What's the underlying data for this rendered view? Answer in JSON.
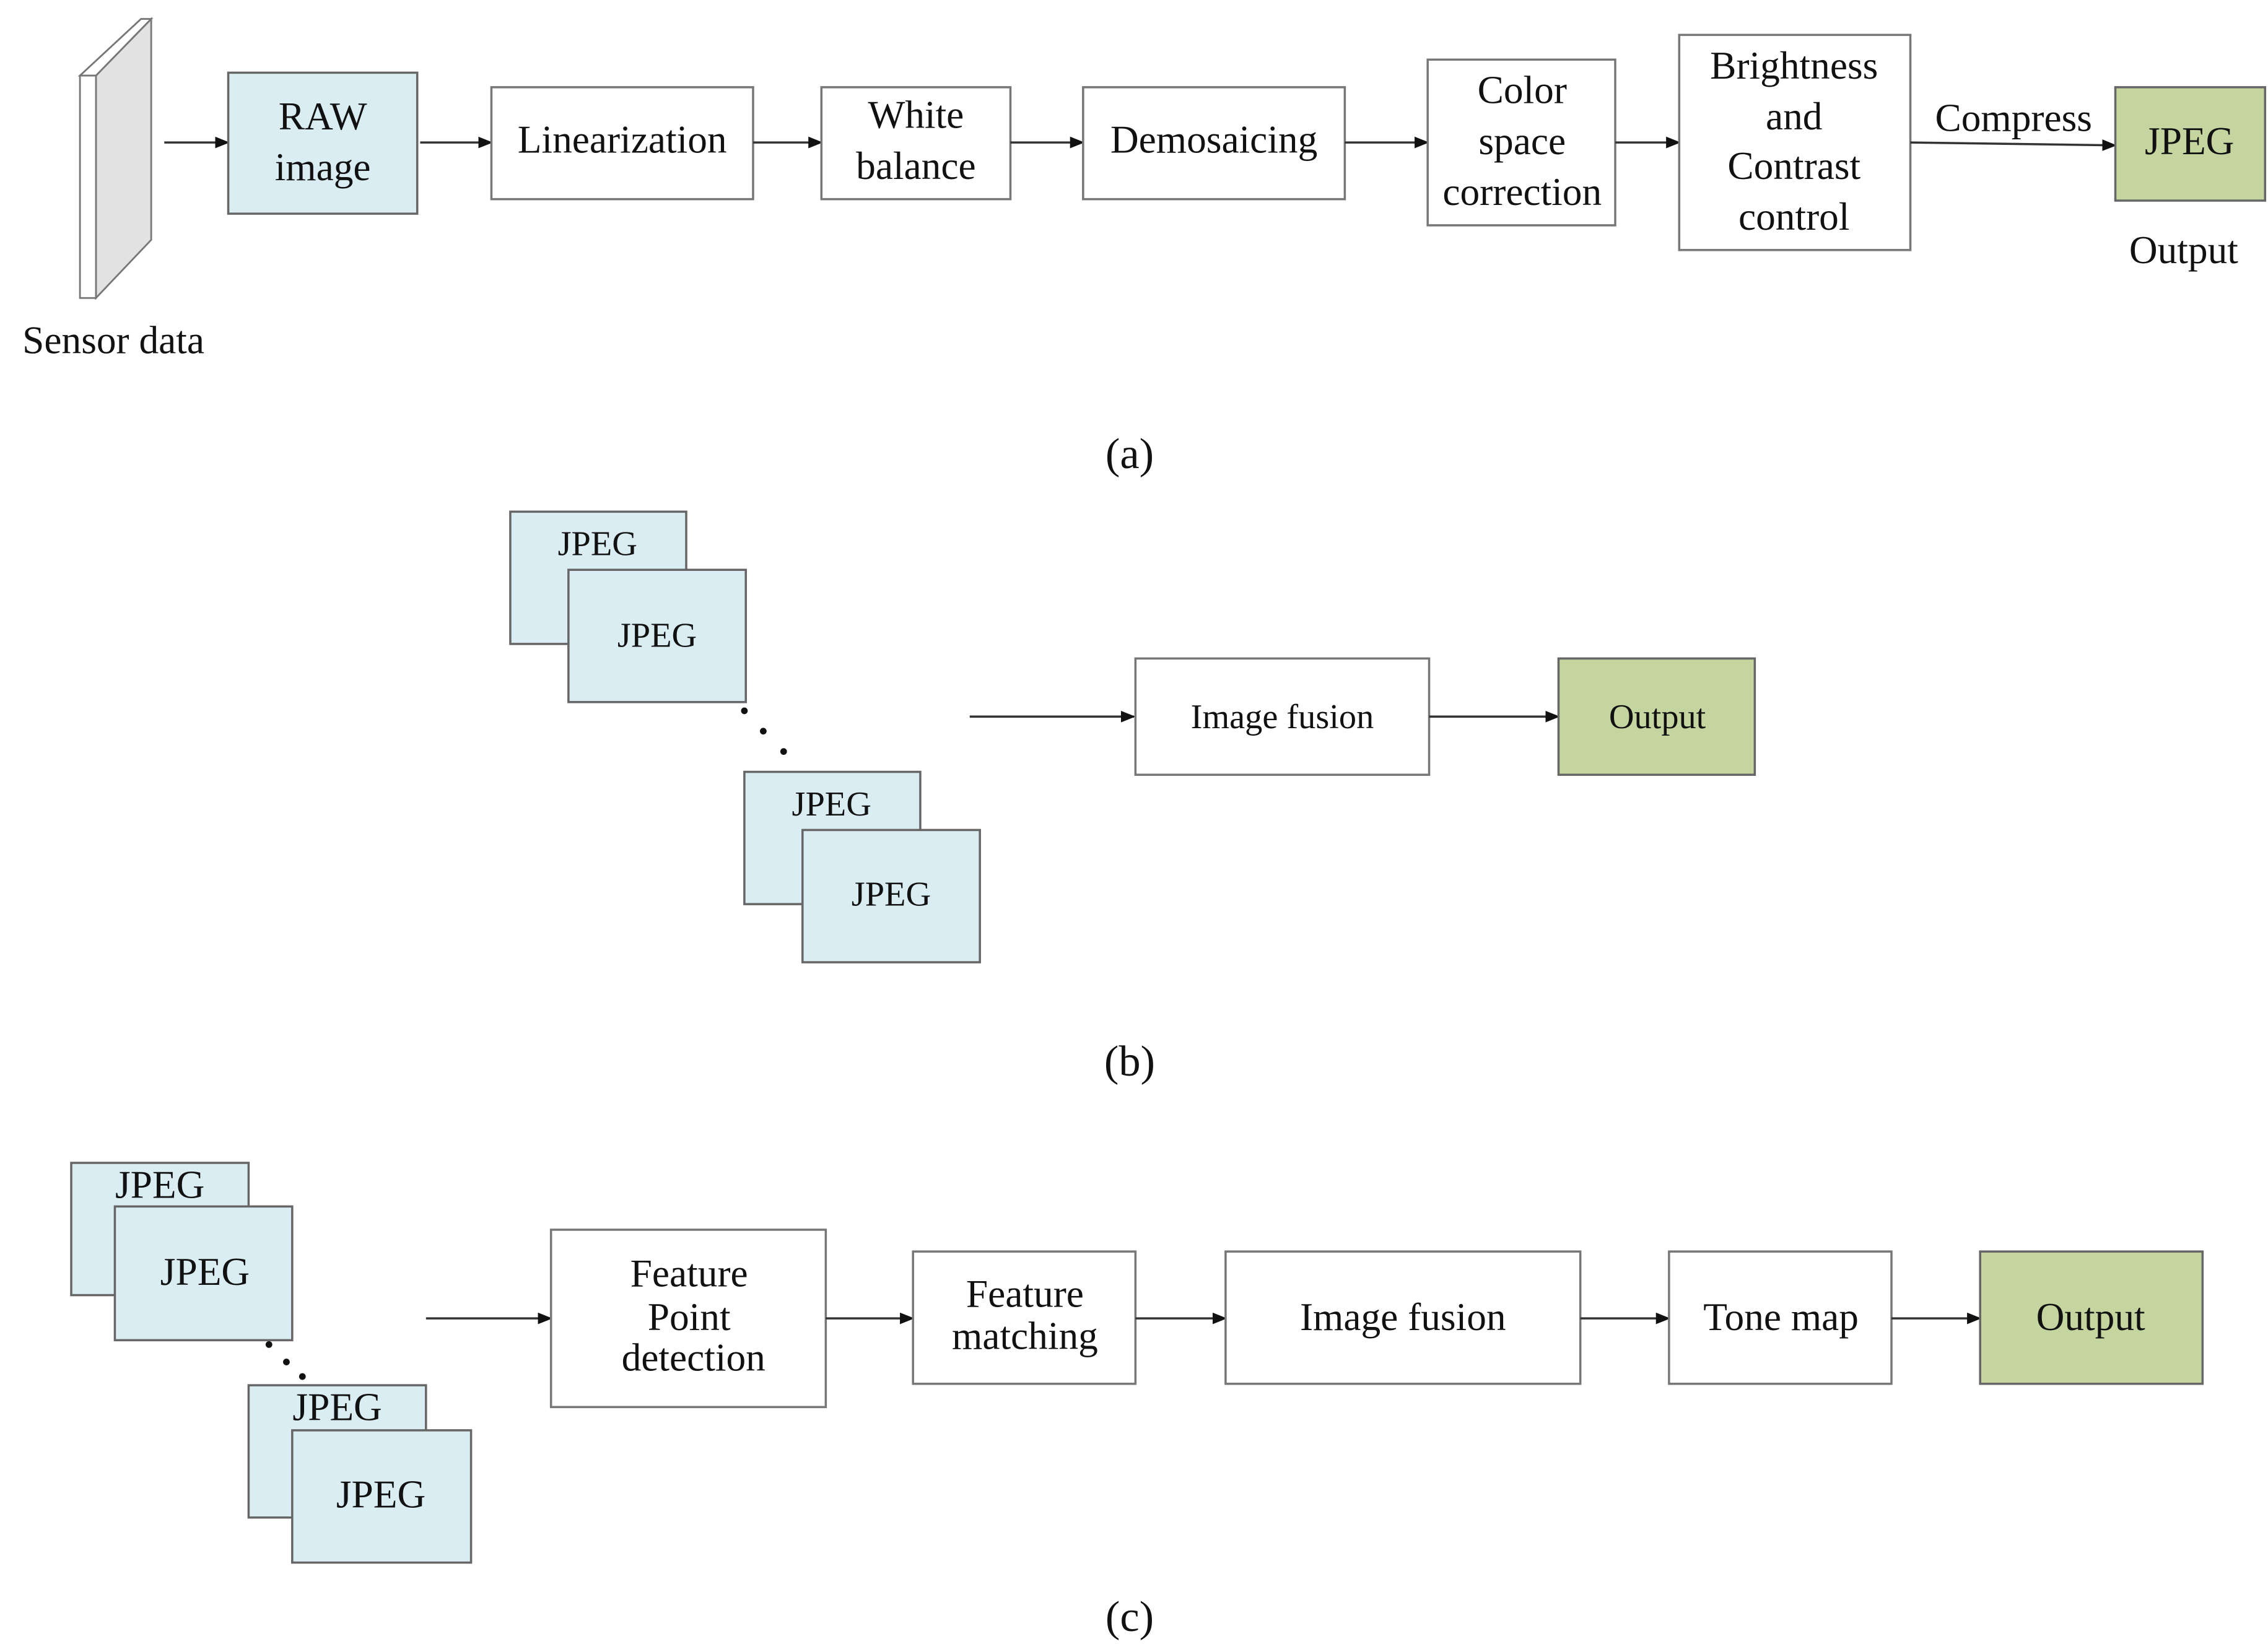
{
  "panel_a": {
    "label": "(a)",
    "sensor_label": "Sensor data",
    "raw": [
      "RAW",
      "image"
    ],
    "linearization": "Linearization",
    "white_balance": [
      "White",
      "balance"
    ],
    "demosaicing": "Demosaicing",
    "color_space": [
      "Color",
      "space",
      "correction"
    ],
    "brightness": [
      "Brightness",
      "and",
      "Contrast",
      "control"
    ],
    "compress": "Compress",
    "jpeg": "JPEG",
    "output_label": "Output"
  },
  "panel_b": {
    "label": "(b)",
    "jpeg": "JPEG",
    "image_fusion": "Image fusion",
    "output": "Output"
  },
  "panel_c": {
    "label": "(c)",
    "jpeg": "JPEG",
    "feature_point": [
      "Feature",
      "Point",
      "detection"
    ],
    "feature_matching": [
      "Feature",
      "matching"
    ],
    "image_fusion": "Image fusion",
    "tone_map": "Tone map",
    "output": "Output"
  },
  "colors": {
    "input_fill": "#daedf3",
    "output_fill": "#c4d59f",
    "sensor_fill": "#e2e2e2"
  }
}
